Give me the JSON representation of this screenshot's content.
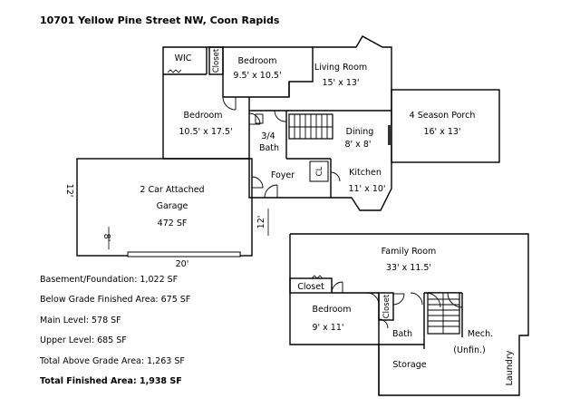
{
  "title": "10701 Yellow Pine Street NW, Coon Rapids",
  "main_level": {
    "wic": "WIC",
    "closet": "Closet",
    "bedroom_small": {
      "name": "Bedroom",
      "dims": "9.5' x 10.5'"
    },
    "living_room": {
      "name": "Living Room",
      "dims": "15' x 13'"
    },
    "bedroom_large": {
      "name": "Bedroom",
      "dims": "10.5' x 17.5'"
    },
    "bath": {
      "name1": "3/4",
      "name2": "Bath"
    },
    "dining": {
      "name": "Dining",
      "dims": "8' x 8'"
    },
    "porch": {
      "name": "4 Season Porch",
      "dims": "16' x 13'"
    },
    "foyer": "Foyer",
    "cl": "CL",
    "kitchen": {
      "name": "Kitchen",
      "dims": "11' x 10'"
    },
    "garage": {
      "name1": "2 Car Attached",
      "name2": "Garage",
      "area": "472 SF"
    },
    "dim_12_left": "12'",
    "dim_8": "8'",
    "dim_12_right": "12'",
    "dim_20": "20'"
  },
  "lower_level": {
    "family_room": {
      "name": "Family Room",
      "dims": "33' x 11.5'"
    },
    "closet_left": "Closet",
    "closet_mid": "Closet",
    "bedroom": {
      "name": "Bedroom",
      "dims": "9' x 11'"
    },
    "bath": "Bath",
    "mech": {
      "name": "Mech.",
      "note": "(Unfin.)"
    },
    "storage": "Storage",
    "laundry": "Laundry"
  },
  "stats": {
    "basement": "Basement/Foundation: 1,022 SF",
    "below_grade": "Below Grade Finished Area: 675 SF",
    "main_level": "Main Level: 578 SF",
    "upper_level": "Upper Level: 685 SF",
    "total_above": "Total Above Grade Area: 1,263 SF",
    "total_finished": "Total Finished Area: 1,938 SF"
  }
}
